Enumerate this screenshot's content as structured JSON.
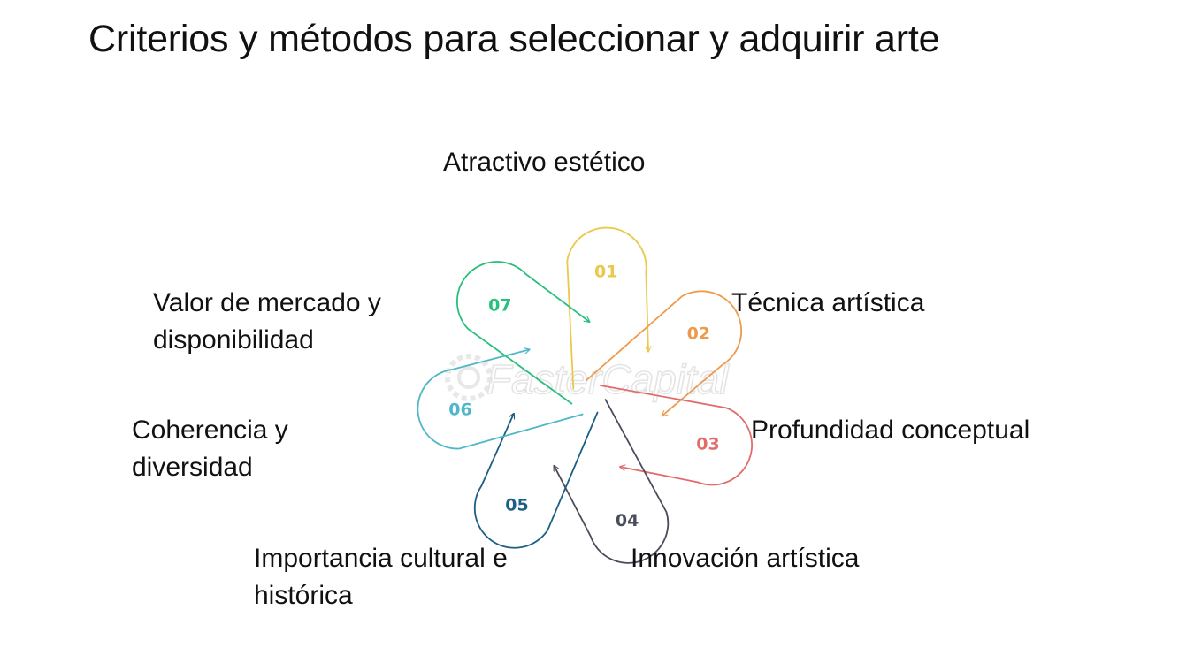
{
  "title": "Criterios y métodos para seleccionar y adquirir arte",
  "watermark": "FasterCapital",
  "steps": [
    {
      "number": "01",
      "lines": [
        "Atractivo estético"
      ],
      "color": "#E9C84A"
    },
    {
      "number": "02",
      "lines": [
        "Técnica artística"
      ],
      "color": "#EE9A4D"
    },
    {
      "number": "03",
      "lines": [
        "Profundidad conceptual"
      ],
      "color": "#E26B6B"
    },
    {
      "number": "04",
      "lines": [
        "Innovación artística"
      ],
      "color": "#4A4E5C"
    },
    {
      "number": "05",
      "lines": [
        "Importancia cultural e",
        "histórica"
      ],
      "color": "#1D5E86"
    },
    {
      "number": "06",
      "lines": [
        "Coherencia y",
        "diversidad"
      ],
      "color": "#4FB7C7"
    },
    {
      "number": "07",
      "lines": [
        "Valor de mercado y",
        "disponibilidad"
      ],
      "color": "#27C07D"
    }
  ]
}
